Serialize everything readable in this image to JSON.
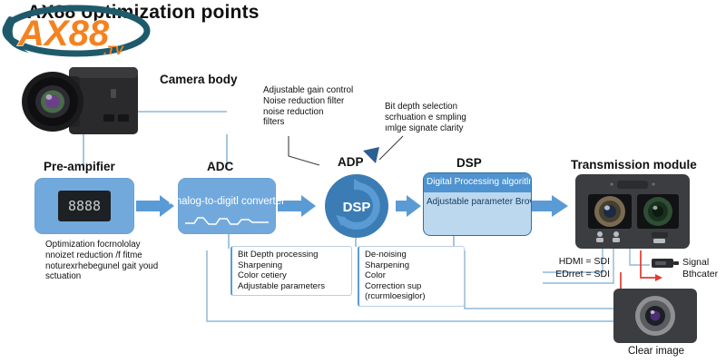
{
  "page": {
    "title": "AX88 optimization points",
    "logo_text": "AX88",
    "logo_sub": ".TV",
    "accent_blue": "#72a9dd",
    "accent_dark_blue": "#2f6fa8",
    "logo_orange": "#F58220",
    "logo_teal": "#1F5A6B",
    "line_blue": "#8fb8d8",
    "red_cable": "#e03b30"
  },
  "nodes": {
    "camera_body": {
      "label": "Camera body",
      "icon": "camera-body-icon"
    },
    "preamp": {
      "label": "Pre-ampifier",
      "display_value": "8888",
      "note": "Optimization focrnololay\nnnoizet reduction /f fitme\nnoturexrhebegunel gait youd\nsctuation"
    },
    "adc": {
      "label": "ADC",
      "body": "Analog-to-digitl\nconverter",
      "note": "Bit Depth processing\nSharpening\nColor cetiery\nAdjustable parameters"
    },
    "adp": {
      "label": "ADP",
      "circle_label": "DSP"
    },
    "dsp": {
      "label": "DSP",
      "panel_top": "Digital Processing\nalgoritlm\nBict depth ODP pting",
      "panel_bottom": "Adjustable parameter\nBrove",
      "note": "De-noising\nSharpening\nColor\nCorrection sup\n(rcurmloesiglor)"
    },
    "transmission": {
      "label": "Transmission module",
      "icon": "transmission-module-icon"
    },
    "clear_image": {
      "label": "Clear image",
      "icon": "clear-image-camera-icon"
    },
    "signal": {
      "label": "Signal\nBthcater",
      "icon": "signal-connector-icon"
    }
  },
  "annotations": {
    "gain_block": "Adjustable gain control\nNoise reduction filter\nnoise reduction\nfilters",
    "bitdepth_block": "Bit depth selection\nscrhuation e smpling\nımlge signate clarity",
    "outputs": "HDMI = SDI\nEDrret = SDI"
  }
}
